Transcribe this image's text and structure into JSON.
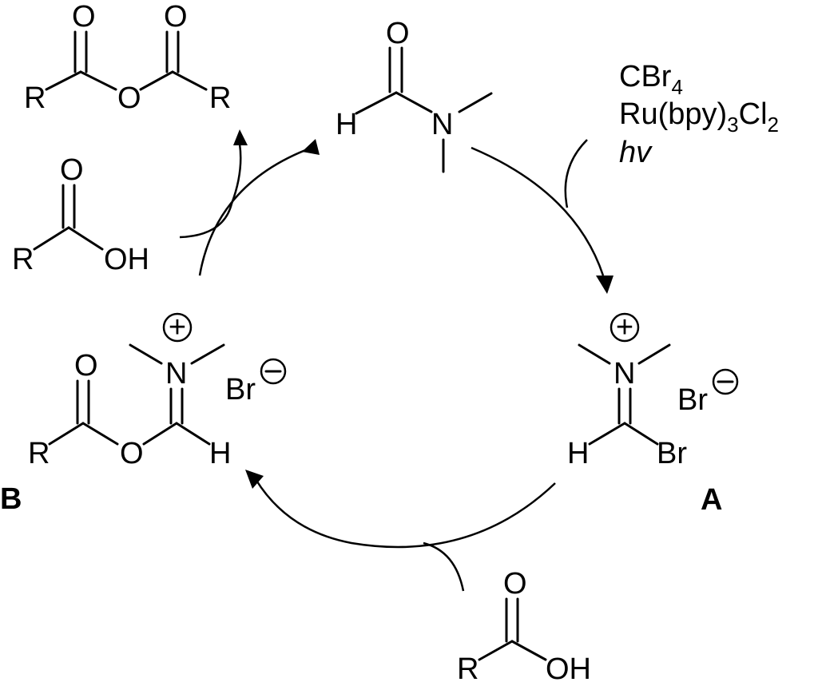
{
  "reagents": {
    "line1": "CBr",
    "line1_sub": "4",
    "line2_a": "Ru(bpy)",
    "line2_sub1": "3",
    "line2_b": "Cl",
    "line2_sub2": "2",
    "line3": "hv"
  },
  "dmf": {
    "h": "H",
    "o": "O",
    "n": "N"
  },
  "anhydride": {
    "r_left": "R",
    "r_right": "R",
    "o_bridge": "O",
    "o_left": "O",
    "o_right": "O"
  },
  "acid_left": {
    "r": "R",
    "oh": "OH",
    "o": "O"
  },
  "acid_bottom": {
    "r": "R",
    "oh": "OH",
    "o": "O"
  },
  "intermediate_a": {
    "label": "A",
    "n": "N",
    "h": "H",
    "br": "Br",
    "counter_br": "Br"
  },
  "intermediate_b": {
    "label": "B",
    "n": "N",
    "h": "H",
    "r": "R",
    "o_ester": "O",
    "o_carbonyl": "O",
    "counter_br": "Br"
  },
  "charges": {
    "plus": "+",
    "minus": "−"
  }
}
